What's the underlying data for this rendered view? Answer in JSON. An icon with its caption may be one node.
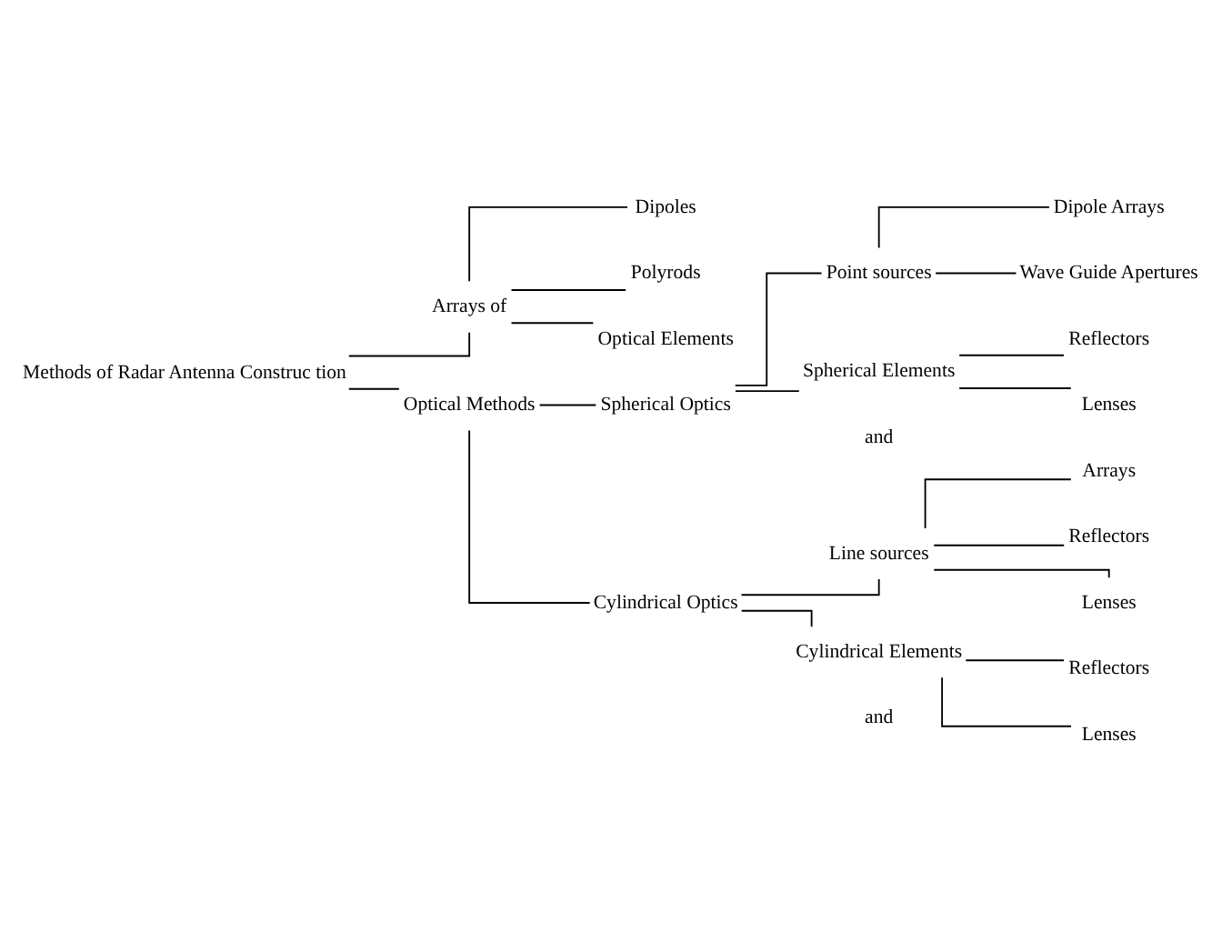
{
  "diagram": {
    "nodes": [
      {
        "text": [
          "Methods of Radar Antenna Construc tion"
        ]
      },
      {
        "text": [
          "Arrays of"
        ]
      },
      {
        "text": [
          "Dipoles"
        ]
      },
      {
        "text": [
          "Polyrods"
        ]
      },
      {
        "text": [
          "Optical Elements"
        ]
      },
      {
        "text": [
          "Optical Methods"
        ]
      },
      {
        "text": [
          "Spherical Optics"
        ]
      },
      {
        "text": [
          "Point sources"
        ]
      },
      {
        "text": [
          "Spherical Elements"
        ]
      },
      {
        "text": [
          "Dipole Arrays"
        ]
      },
      {
        "text": [
          "Wave Guide Apertures"
        ]
      },
      {
        "text": [
          "Reflectors"
        ]
      },
      {
        "text": [
          "Lenses"
        ]
      },
      {
        "text": [
          "Cylindrical Optics"
        ]
      },
      {
        "text": [
          "Line sources"
        ]
      },
      {
        "text": [
          "Cylindrical Elements"
        ]
      },
      {
        "text": [
          "Arrays"
        ]
      },
      {
        "text": [
          "Reflectors"
        ]
      },
      {
        "text": [
          "Lenses"
        ]
      },
      {
        "text": [
          "Reflectors"
        ]
      },
      {
        "text": [
          "Lenses"
        ]
      }
    ],
    "edges": [
      {
        "from": 0,
        "to": 1,
        "arrow": "none"
      },
      {
        "from": 0,
        "to": 5,
        "arrow": "none"
      },
      {
        "from": 1,
        "to": 2,
        "arrow": "none"
      },
      {
        "from": 1,
        "to": 3,
        "arrow": "none"
      },
      {
        "from": 1,
        "to": 4,
        "arrow": "none"
      },
      {
        "from": 5,
        "to": 6,
        "arrow": "none"
      },
      {
        "from": 5,
        "to": 13,
        "arrow": "none"
      },
      {
        "from": 6,
        "to": 7,
        "arrow": "none"
      },
      {
        "from": 6,
        "to": 8,
        "arrow": "none"
      },
      {
        "from": 7,
        "to": 9,
        "arrow": "none"
      },
      {
        "from": 7,
        "to": 10,
        "arrow": "none"
      },
      {
        "from": 8,
        "to": 11,
        "arrow": "none"
      },
      {
        "from": 8,
        "to": 12,
        "arrow": "none"
      },
      {
        "from": 13,
        "to": 14,
        "arrow": "none"
      },
      {
        "from": 13,
        "to": 15,
        "arrow": "none"
      },
      {
        "from": 14,
        "to": 16,
        "arrow": "none"
      },
      {
        "from": 14,
        "to": 17,
        "arrow": "none"
      },
      {
        "from": 14,
        "to": 18,
        "arrow": "none"
      },
      {
        "from": 15,
        "to": 19,
        "arrow": "none"
      },
      {
        "from": 15,
        "to": 20,
        "arrow": "none"
      }
    ],
    "labels": [
      "and",
      "and"
    ]
  }
}
